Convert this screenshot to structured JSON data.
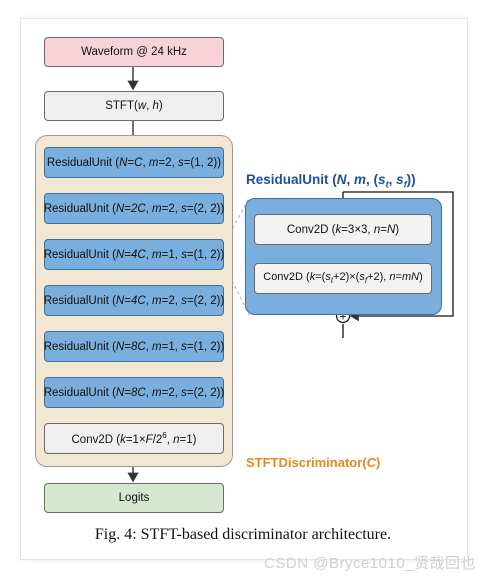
{
  "colors": {
    "title_blue": "#1e4f9c",
    "title_orange": "#e38a1e",
    "unit_blue": "#7aaedc",
    "input_pink": "#f7d3d9",
    "output_green": "#d6e7cf"
  },
  "main_column": {
    "waveform": "Waveform @ 24 kHz",
    "stft": {
      "prefix": "STFT(",
      "w": "w",
      "sep": ", ",
      "h": "h",
      "suffix": ")"
    },
    "units": [
      {
        "n": "C",
        "m": "2",
        "s": "(1, 2)"
      },
      {
        "n": "2C",
        "m": "2",
        "s": "(2, 2)"
      },
      {
        "n": "4C",
        "m": "1",
        "s": "(1, 2)"
      },
      {
        "n": "4C",
        "m": "2",
        "s": "(2, 2)"
      },
      {
        "n": "8C",
        "m": "1",
        "s": "(1, 2)"
      },
      {
        "n": "8C",
        "m": "2",
        "s": "(2, 2)"
      }
    ],
    "final_conv": {
      "prefix": "Conv2D (",
      "k": "k",
      "value": "=1×",
      "F": "F",
      "slash": "/2",
      "sup": "6",
      "sep": ", ",
      "n": "n",
      "n_value": "=1)"
    },
    "logits": "Logits",
    "discriminator_label": {
      "name": "STFTDiscriminator(",
      "var": "C",
      "close": ")"
    }
  },
  "unit_label": {
    "name": "ResidualUnit",
    "open": " (",
    "n_key": "N",
    "n_eq": "=",
    "m_key": "m",
    "m_eq": "=",
    "s_key": "s",
    "s_eq": "=",
    "close": ")",
    "comma": ", "
  },
  "residual_detail": {
    "title": {
      "name": "ResidualUnit (",
      "N": "N",
      "c1": ", ",
      "m": "m",
      "c2": ", (",
      "st": "s",
      "st_sub": "t",
      "c3": ", ",
      "sf": "s",
      "sf_sub": "f",
      "close": "))"
    },
    "conv1": {
      "prefix": "Conv2D (",
      "k": "k",
      "k_value": "=3×3, ",
      "n": "n",
      "eq": "=",
      "N": "N",
      "close": ")"
    },
    "conv2": {
      "prefix": "Conv2D (",
      "k": "k",
      "open": "=(",
      "st": "s",
      "st_sub": "t",
      "mid": "+2)×(",
      "sf": "s",
      "sf_sub": "f",
      "tail": "+2), ",
      "n": "n",
      "eq": "=",
      "mN": "mN",
      "close": ")"
    },
    "add_symbol": "+"
  },
  "caption": "Fig. 4: STFT-based discriminator architecture.",
  "watermark": "CSDN @Bryce1010_贤哉回也"
}
